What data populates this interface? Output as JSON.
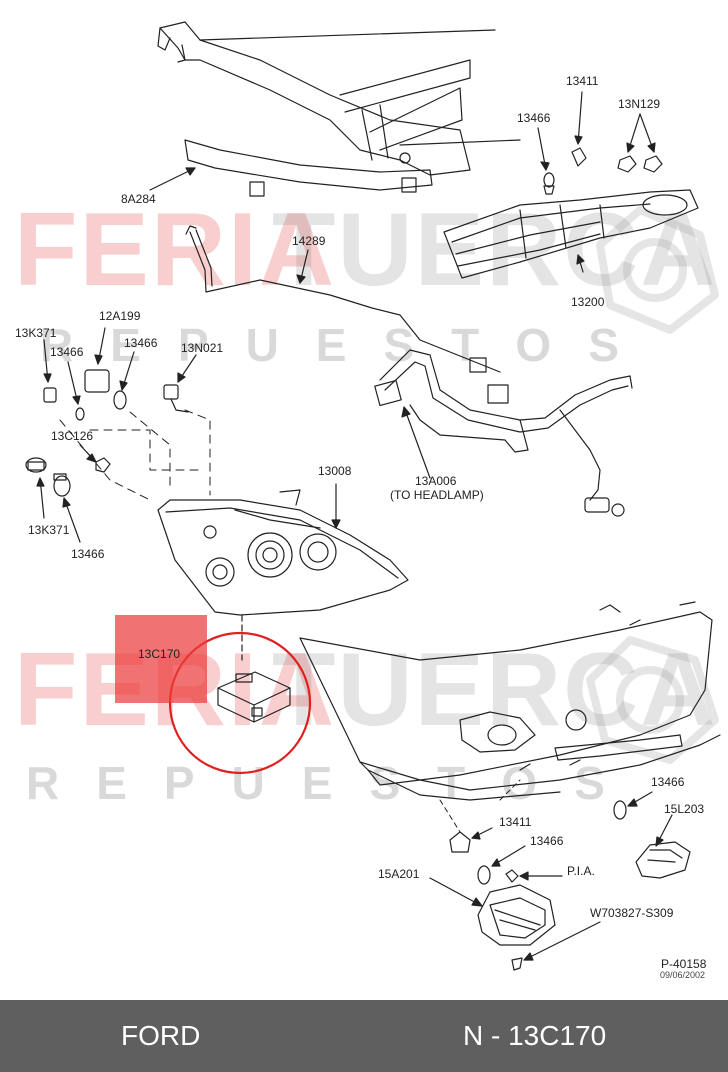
{
  "watermark": {
    "brand_left": "FERIA",
    "brand_right": "TUERCA",
    "sub": "REPUESTOS"
  },
  "labels": {
    "bracket": "8A284",
    "wire_14289": "14289",
    "nut_13411_top": "13411",
    "bulb_13466_top": "13466",
    "nut_13n129": "13N129",
    "grille": "13200",
    "socket_13k371_top": "13K371",
    "bulb_13466_left": "13466",
    "socket_12a199": "12A199",
    "bulb_13466_mid": "13466",
    "socket_13n021": "13N021",
    "clip_13c126": "13C126",
    "socket_13k371_bottom": "13K371",
    "bulb_13466_lower": "13466",
    "headlamp": "13008",
    "harness_line1": "13A006",
    "harness_line2": "(TO HEADLAMP)",
    "ballast": "13C170",
    "bulb_13466_right": "13466",
    "lamp_15l203": "15L203",
    "socket_13411_bottom": "13411",
    "bulb_13466_bottom": "13466",
    "pia": "P.I.A.",
    "foglamp": "15A201",
    "screw": "W703827-S309",
    "figure_id": "P-40158",
    "figure_date": "09/06/2002"
  },
  "footer": {
    "brand": "FORD",
    "part_number": "N - 13C170"
  },
  "colors": {
    "highlight": "#eb3c3c",
    "circle": "#e02020",
    "bar": "#5f5f5f",
    "line": "#222222"
  }
}
